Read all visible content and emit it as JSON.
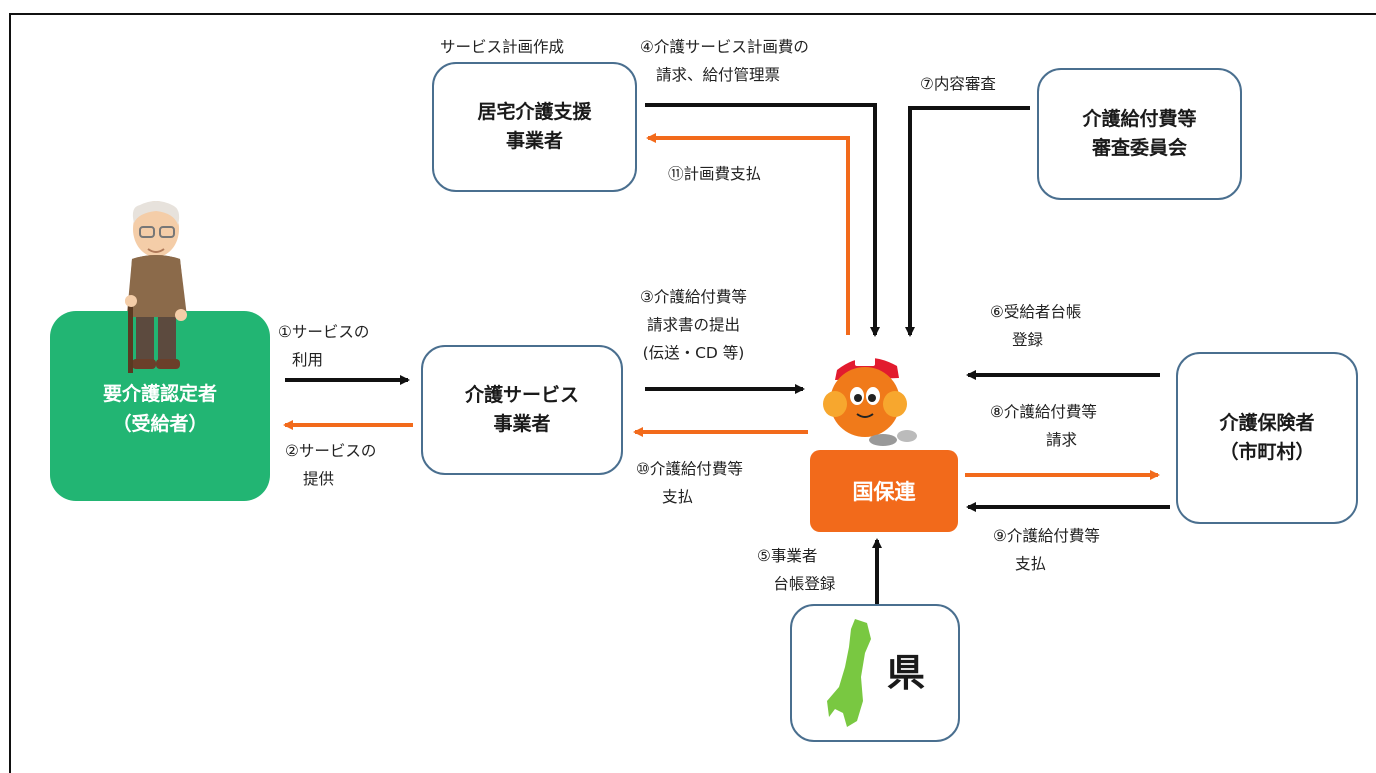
{
  "nodes": {
    "beneficiary": {
      "line1": "要介護認定者",
      "line2": "（受給者）"
    },
    "care_manager": {
      "line1": "居宅介護支援",
      "line2": "事業者"
    },
    "service_provider": {
      "line1": "介護サービス",
      "line2": "事業者"
    },
    "review_committee": {
      "line1": "介護給付費等",
      "line2": "審査委員会"
    },
    "insurer": {
      "line1": "介護保険者",
      "line2": "（市町村）"
    },
    "kokuho": {
      "label": "国保連"
    },
    "prefecture": {
      "label": "県"
    }
  },
  "labels": {
    "plan_creation": "サービス計画作成",
    "step1": {
      "line1": "①サービスの",
      "line2": "利用"
    },
    "step2": {
      "line1": "②サービスの",
      "line2": "提供"
    },
    "step3": {
      "line1": "③介護給付費等",
      "line2": "請求書の提出",
      "line3": "(伝送・CD 等)"
    },
    "step4": {
      "line1": "④介護サービス計画費の",
      "line2": "請求、給付管理票"
    },
    "step5": {
      "line1": "⑤事業者",
      "line2": "台帳登録"
    },
    "step6": {
      "line1": "⑥受給者台帳",
      "line2": "登録"
    },
    "step7": {
      "line1": "⑦内容審査"
    },
    "step8": {
      "line1": "⑧介護給付費等",
      "line2": "請求"
    },
    "step9": {
      "line1": "⑨介護給付費等",
      "line2": "支払"
    },
    "step10": {
      "line1": "⑩介護給付費等",
      "line2": "支払"
    },
    "step11": {
      "line1": "⑪計画費支払"
    }
  },
  "colors": {
    "black_arrow": "#111111",
    "orange_arrow": "#f26a1b",
    "green_node": "#22b573",
    "box_border": "#4a6f8f"
  },
  "icons": [
    "elderly-person-icon",
    "mascot-icon",
    "prefecture-map-icon"
  ]
}
